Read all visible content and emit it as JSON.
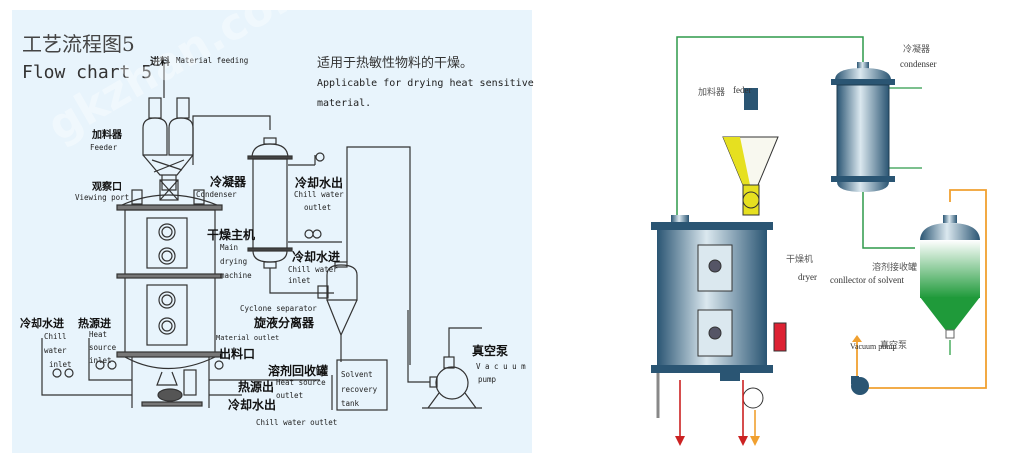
{
  "left_diagram": {
    "title_cn": "工艺流程图5",
    "title_en": "Flow chart 5",
    "description_cn": "适用于热敏性物料的干燥。",
    "description_en_line1": "Applicable for drying heat sensitive",
    "description_en_line2": "material.",
    "labels": {
      "material_feeding_cn": "进料",
      "material_feeding_en": "Material feeding",
      "feeder_cn": "加料器",
      "feeder_en": "Feeder",
      "viewing_port_cn": "观察口",
      "viewing_port_en": "Viewing port",
      "condenser_cn": "冷凝器",
      "condenser_en": "Condenser",
      "chill_water_outlet_cn": "冷却水出",
      "chill_water_outlet_en_1": "Chill water",
      "chill_water_outlet_en_2": "outlet",
      "main_drying_cn": "干燥主机",
      "main_drying_en_1": "Main",
      "main_drying_en_2": "drying",
      "main_drying_en_3": "machine",
      "chill_water_inlet_cn": "冷却水进",
      "chill_water_inlet_en_1": "Chill water",
      "chill_water_inlet_en_2": "inlet",
      "cyclone_en": "Cyclone separator",
      "cyclone_cn": "旋液分离器",
      "material_outlet_en": "Material outlet",
      "material_outlet_cn": "出料口",
      "left_chill_inlet_cn": "冷却水进",
      "left_chill_inlet_en_1": "Chill",
      "left_chill_inlet_en_2": "water",
      "left_chill_inlet_en_3": "inlet",
      "heat_source_inlet_cn": "热源进",
      "heat_source_inlet_en_1": "Heat",
      "heat_source_inlet_en_2": "source",
      "heat_source_inlet_en_3": "inlet",
      "solvent_tank_cn": "溶剂回收罐",
      "solvent_tank_en_1": "Solvent",
      "solvent_tank_en_2": "recovery",
      "solvent_tank_en_3": "tank",
      "heat_source_outlet_cn": "热源出",
      "heat_source_outlet_en_1": "Heat source",
      "heat_source_outlet_en_2": "outlet",
      "bottom_chill_outlet_cn": "冷却水出",
      "bottom_chill_outlet_en": "Chill water outlet",
      "vacuum_pump_cn": "真空泵",
      "vacuum_pump_en_1": "V a c u u m",
      "vacuum_pump_en_2": "pump"
    }
  },
  "right_diagram": {
    "labels": {
      "feeder_cn": "加料器",
      "feeder_en": "feder",
      "condenser_cn": "冷凝器",
      "condenser_en": "condenser",
      "dryer_cn": "干燥机",
      "dryer_en": "dryer",
      "collector_cn": "溶剂接收罐",
      "collector_en": "conllector of solvent",
      "vacuum_pump_cn": "真空泵",
      "vacuum_pump_en": "Vacuum pump"
    },
    "colors": {
      "vapor_line": "#2e9a4a",
      "vacuum_line": "#f0a030",
      "outlet_arrow": "#cc2222",
      "vessel": "#3a6b8a",
      "feed_material": "#e6e020",
      "solvent": "#1f9a3a"
    }
  },
  "watermark": "gkzhan.com"
}
